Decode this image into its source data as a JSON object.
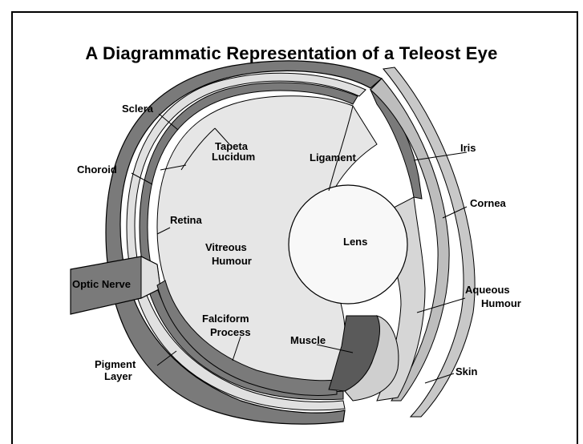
{
  "title": "A Diagrammatic Representation of a Teleost Eye",
  "labels": {
    "sclera": "Sclera",
    "tapeta_1": "Tapeta",
    "tapeta_2": "Lucidum",
    "choroid": "Choroid",
    "ligament": "Ligament",
    "iris": "Iris",
    "cornea": "Cornea",
    "retina": "Retina",
    "vitreous_1": "Vitreous",
    "vitreous_2": "Humour",
    "lens": "Lens",
    "optic_nerve": "Optic Nerve",
    "aqueous_1": "Aqueous",
    "aqueous_2": "Humour",
    "falciform_1": "Falciform",
    "falciform_2": "Process",
    "muscle": "Muscle",
    "pigment_1": "Pigment",
    "pigment_2": "Layer",
    "skin": "Skin"
  },
  "colors": {
    "dark_tissue": "#7a7a7a",
    "light_tissue": "#bdbdbd",
    "chamber": "#e4e4e4",
    "lens": "#f8f8f8",
    "muscle": "#5a5a5a",
    "outline": "#000000"
  }
}
